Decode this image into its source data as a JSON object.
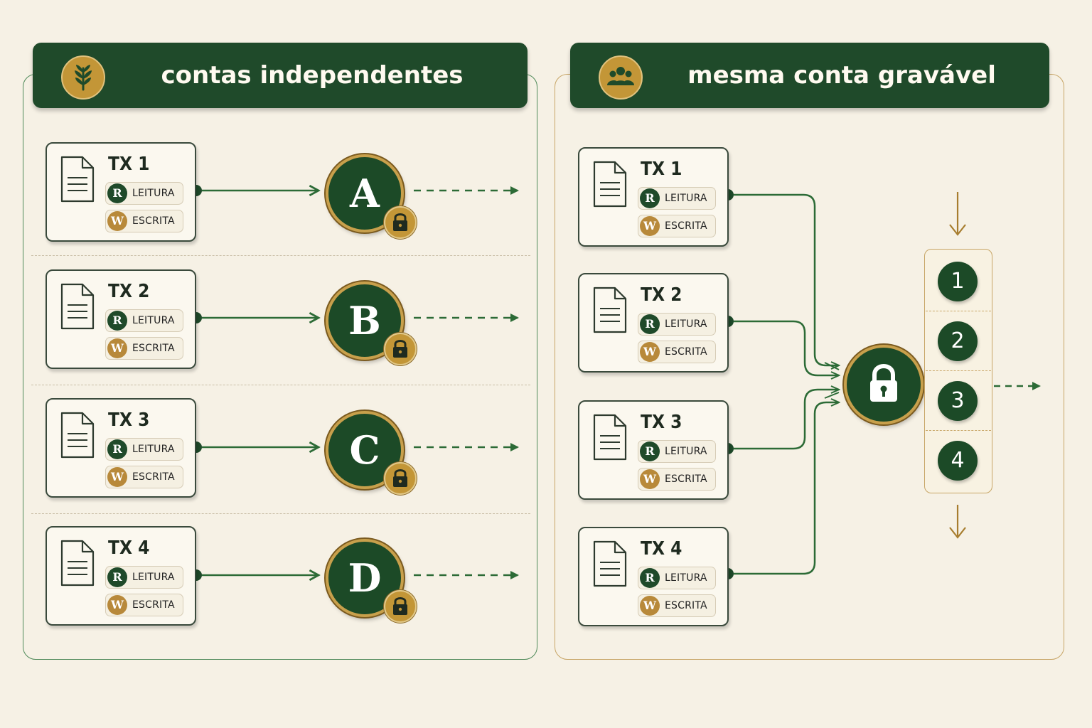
{
  "left_panel": {
    "title": "contas independentes",
    "icon": "leaf-icon",
    "rows": [
      {
        "tx": "TX 1",
        "read_badge": "R",
        "read_label": "LEITURA",
        "write_badge": "W",
        "write_label": "ESCRITA",
        "account": "A"
      },
      {
        "tx": "TX 2",
        "read_badge": "R",
        "read_label": "LEITURA",
        "write_badge": "W",
        "write_label": "ESCRITA",
        "account": "B"
      },
      {
        "tx": "TX 3",
        "read_badge": "R",
        "read_label": "LEITURA",
        "write_badge": "W",
        "write_label": "ESCRITA",
        "account": "C"
      },
      {
        "tx": "TX 4",
        "read_badge": "R",
        "read_label": "LEITURA",
        "write_badge": "W",
        "write_label": "ESCRITA",
        "account": "D"
      }
    ]
  },
  "right_panel": {
    "title": "mesma conta gravável",
    "icon": "users-icon",
    "rows": [
      {
        "tx": "TX 1",
        "read_badge": "R",
        "read_label": "LEITURA",
        "write_badge": "W",
        "write_label": "ESCRITA"
      },
      {
        "tx": "TX 2",
        "read_badge": "R",
        "read_label": "LEITURA",
        "write_badge": "W",
        "write_label": "ESCRITA"
      },
      {
        "tx": "TX 3",
        "read_badge": "R",
        "read_label": "LEITURA",
        "write_badge": "W",
        "write_label": "ESCRITA"
      },
      {
        "tx": "TX 4",
        "read_badge": "R",
        "read_label": "LEITURA",
        "write_badge": "W",
        "write_label": "ESCRITA"
      }
    ],
    "queue": [
      "1",
      "2",
      "3",
      "4"
    ]
  },
  "colors": {
    "dark_green": "#1f4a2a",
    "gold": "#c39637",
    "background": "#f6f1e5",
    "arrow_green": "#2c6b36",
    "arrow_gold": "#a77d2e"
  }
}
